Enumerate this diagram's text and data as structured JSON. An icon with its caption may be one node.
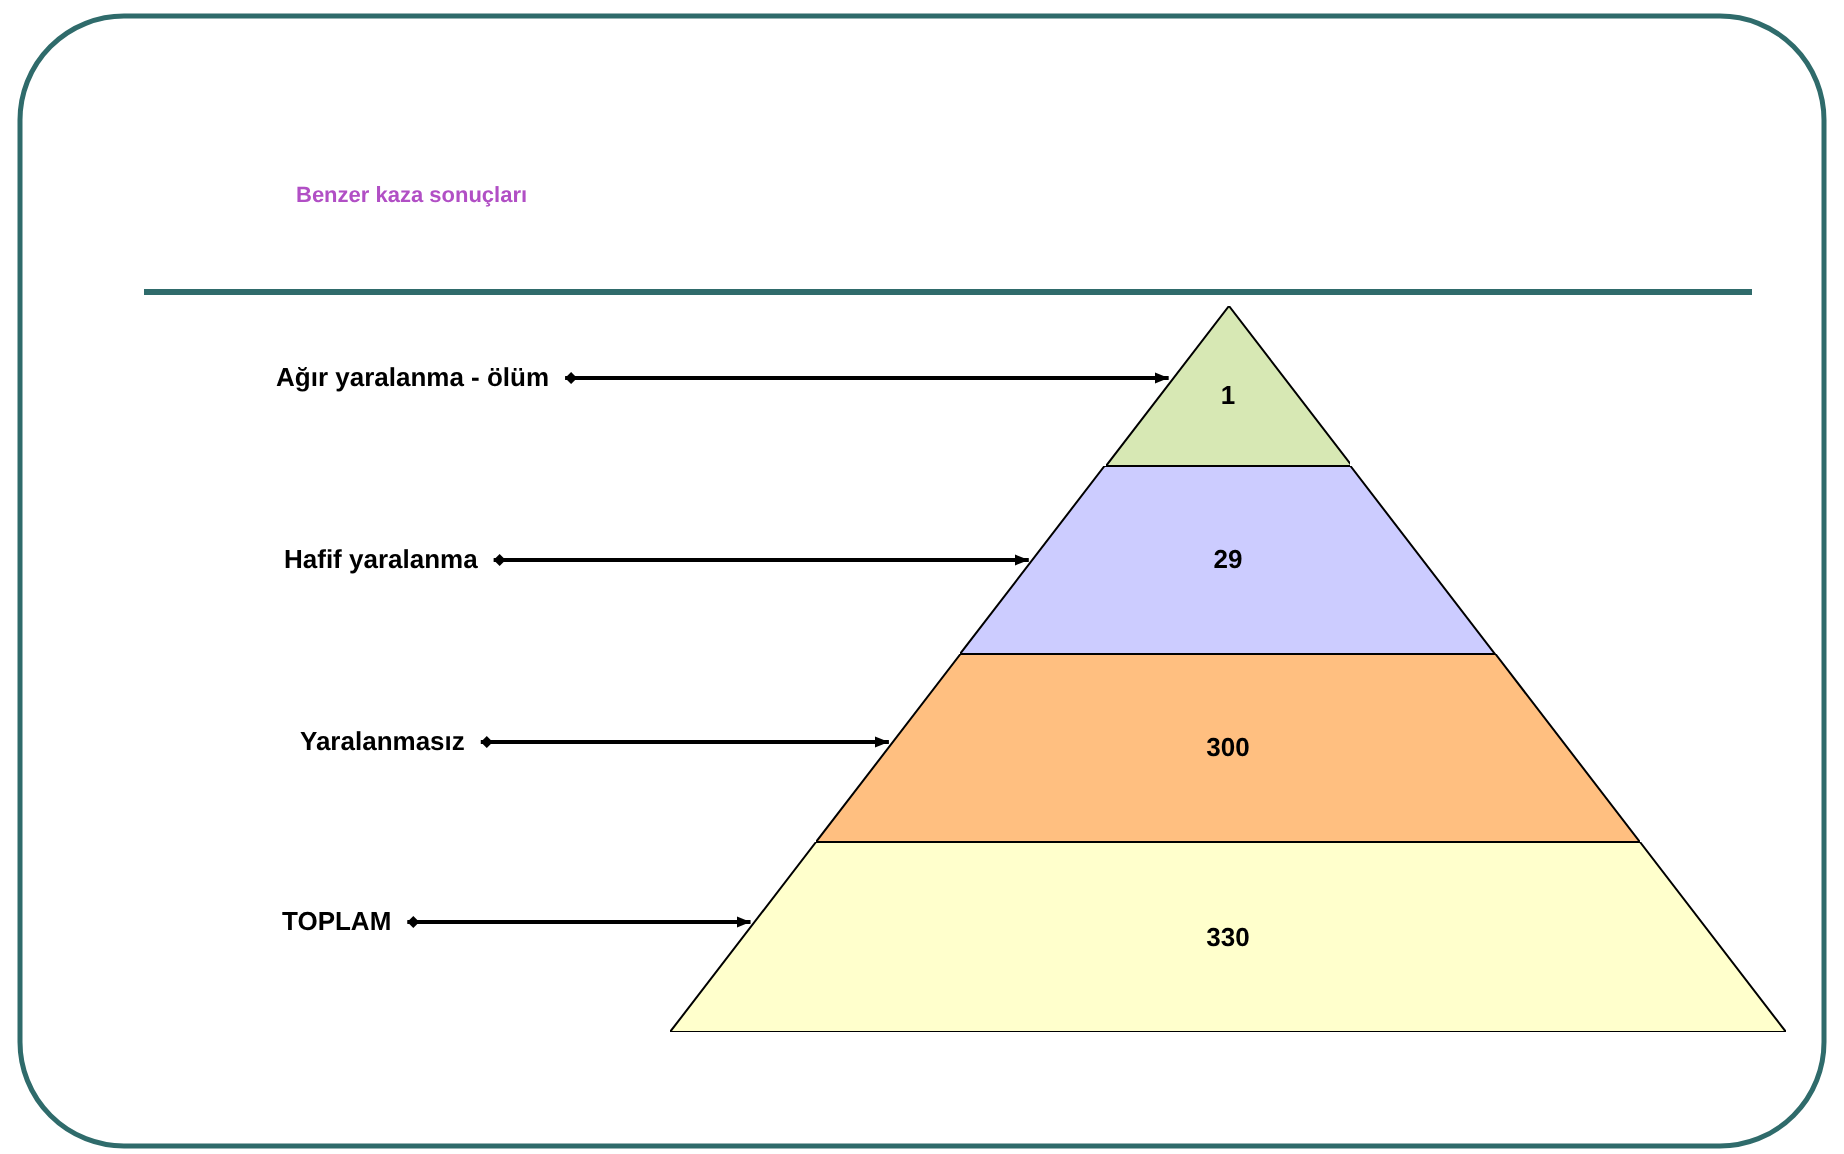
{
  "diagram": {
    "title": "Benzer kaza sonuçları",
    "nodes": [
      {
        "text": [
          "Ağır yaralanma - ölüm"
        ]
      },
      {
        "text": [
          "Hafif yaralanma"
        ]
      },
      {
        "text": [
          "Yaralanmasız"
        ]
      },
      {
        "text": [
          "TOPLAM"
        ]
      },
      {
        "text": [
          "1"
        ]
      },
      {
        "text": [
          "29"
        ]
      },
      {
        "text": [
          "300"
        ]
      },
      {
        "text": [
          "330"
        ]
      }
    ],
    "edges": [
      {
        "from": 0,
        "to": 4,
        "arrow": "to"
      },
      {
        "from": 1,
        "to": 5,
        "arrow": "to"
      },
      {
        "from": 2,
        "to": 6,
        "arrow": "to"
      },
      {
        "from": 3,
        "to": 7,
        "arrow": "to"
      }
    ]
  }
}
